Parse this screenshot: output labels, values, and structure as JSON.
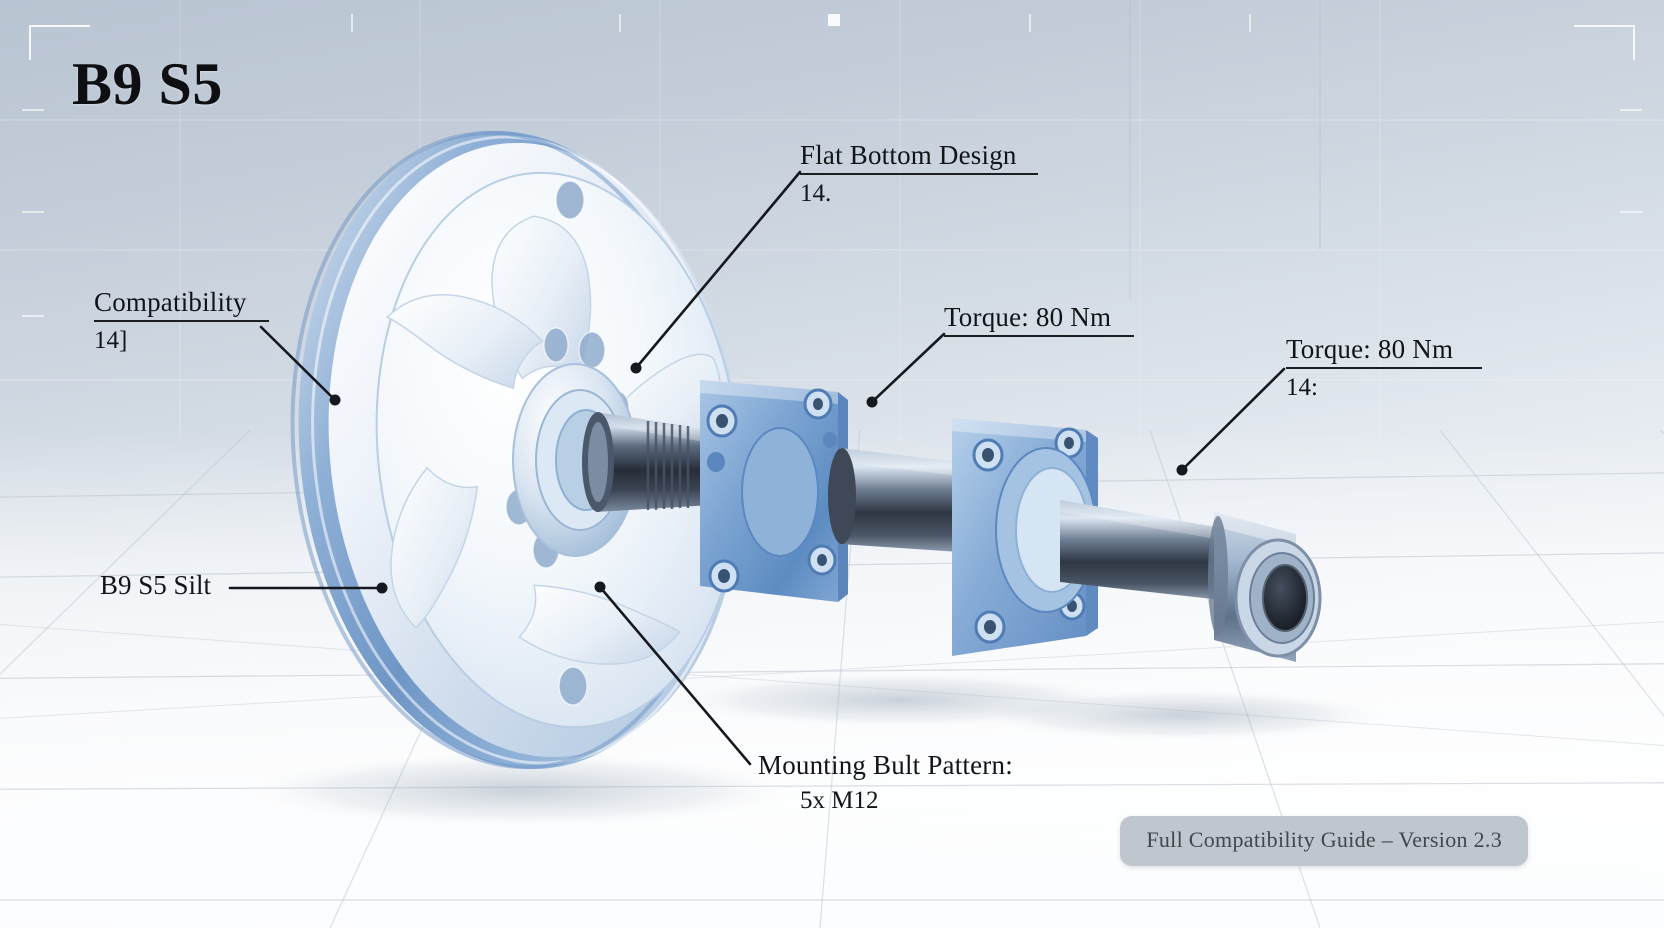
{
  "document": {
    "title": "B9 S5"
  },
  "annotations": [
    {
      "id": "compatibility",
      "title": "Compatibility",
      "sub": "14]"
    },
    {
      "id": "flat-bottom-design",
      "title": "Flat Bottom Design",
      "sub": "14."
    },
    {
      "id": "torque-front",
      "title": "Torque: 80 Nm",
      "sub": ""
    },
    {
      "id": "torque-rear",
      "title": "Torque: 80 Nm",
      "sub": "14:"
    },
    {
      "id": "b9-s5-silt",
      "title": "B9 S5 Silt",
      "sub": ""
    },
    {
      "id": "mounting-bolt-pattern",
      "title": "Mounting Bult Pattern:",
      "sub": "5x M12"
    }
  ],
  "footer": {
    "badge": "Full Compatibility Guide – Version 2.3"
  },
  "colors": {
    "background_top": "#b9c4d2",
    "background_bottom": "#fbfcfd",
    "wheel_rim": "#93b2d8",
    "wheel_face": "#f2f6fb",
    "flange_blue": "#7fa7d4",
    "shaft_dark": "#2c3340",
    "label_text": "#111418",
    "badge_bg": "#c0c6cd",
    "badge_text": "#41474e"
  }
}
